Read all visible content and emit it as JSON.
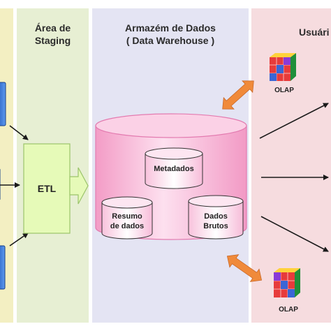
{
  "sections": {
    "staging_title": "Área de Staging",
    "staging_title_l1": "Área de",
    "staging_title_l2": "Staging",
    "warehouse_title_l1": "Armazém de Dados",
    "warehouse_title_l2": "( Data Warehouse )",
    "users_title": "Usuári"
  },
  "components": {
    "etl": "ETL",
    "metadata": "Metadados",
    "summary_l1": "Resumo",
    "summary_l2": "de dados",
    "raw_l1": "Dados",
    "raw_l2": "Brutos",
    "olap_top": "OLAP",
    "olap_bottom": "OLAP"
  },
  "colors": {
    "source_panel": "#f3efc2",
    "staging_panel": "#e7efd3",
    "warehouse_panel": "#e4e4f3",
    "users_panel": "#f6dcdf",
    "etl_box": "#e6fab8",
    "cylinder_pink": "#f6b8d8",
    "exchange_arrow": "#f08a3a",
    "source_doc": "#2f6fd0"
  },
  "icons": {
    "olap_cube": "olap-cube-icon",
    "source_doc": "document-icon"
  }
}
